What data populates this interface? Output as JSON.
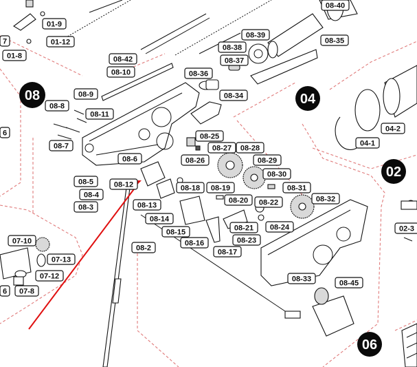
{
  "sections": [
    {
      "id": "sec-08",
      "text": "08"
    },
    {
      "id": "sec-04",
      "text": "04"
    },
    {
      "id": "sec-02",
      "text": "02"
    },
    {
      "id": "sec-06",
      "text": "06"
    }
  ],
  "labels": [
    "01-9",
    "01-12",
    "01-8",
    "7",
    "08-42",
    "08-10",
    "08-39",
    "08-38",
    "08-35",
    "08-37",
    "08-36",
    "08-40",
    "08-9",
    "08-8",
    "08-11",
    "08-34",
    "08-7",
    "08-25",
    "08-27",
    "08-28",
    "08-26",
    "08-29",
    "08-6",
    "08-30",
    "08-5",
    "08-12",
    "08-18",
    "08-19",
    "08-31",
    "08-4",
    "08-20",
    "08-22",
    "08-3",
    "08-13",
    "08-32",
    "08-14",
    "08-21",
    "08-24",
    "08-15",
    "08-23",
    "08-16",
    "08-2",
    "08-17",
    "08-33",
    "08-45",
    "04-2",
    "04-1",
    "02-3",
    "07-10",
    "07-13",
    "07-12",
    "07-8",
    "6",
    "6"
  ],
  "arrow_color": "#e01010",
  "boundary_color": "#e07a7a"
}
